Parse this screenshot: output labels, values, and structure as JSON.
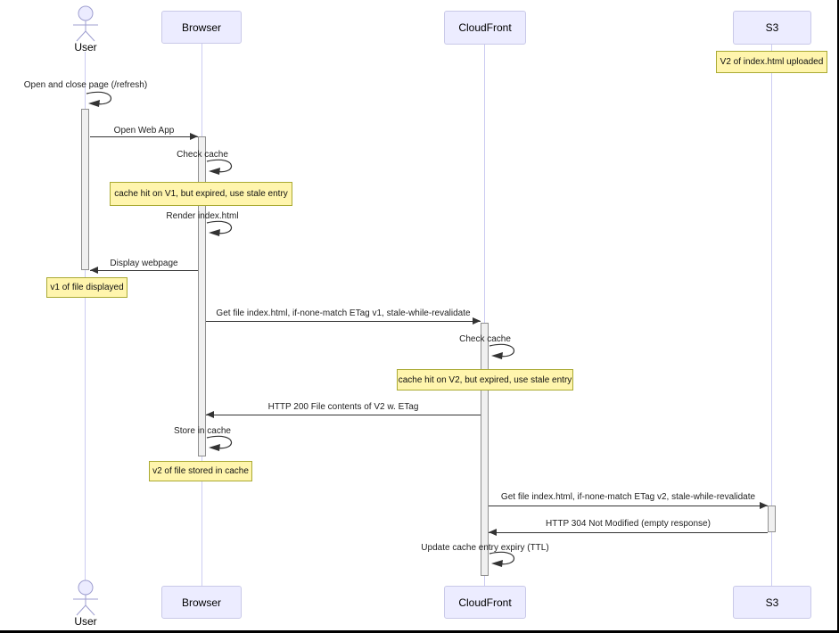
{
  "participants": {
    "user": "User",
    "browser": "Browser",
    "cloudfront": "CloudFront",
    "s3": "S3"
  },
  "messages": {
    "refresh": "Open and close page (/refresh)",
    "open_web_app": "Open Web App",
    "check_cache_browser": "Check cache",
    "render_index": "Render index.html",
    "display_webpage": "Display webpage",
    "get_file_v1": "Get file index.html, if-none-match ETag v1, stale-while-revalidate",
    "check_cache_cloudfront": "Check cache",
    "http_200": "HTTP 200 File contents of V2 w. ETag",
    "store_in_cache": "Store in cache",
    "get_file_v2": "Get file index.html, if-none-match ETag v2, stale-while-revalidate",
    "http_304": "HTTP 304 Not Modified (empty response)",
    "update_ttl": "Update cache entry expiry (TTL)"
  },
  "notes": {
    "v2_uploaded": "V2 of index.html uploaded",
    "cache_hit_v1": "cache hit on V1, but expired, use stale entry",
    "v1_displayed": "v1 of file displayed",
    "cache_hit_v2": "cache hit on V2, but expired, use stale entry",
    "v2_stored": "v2 of file stored in cache"
  },
  "colors": {
    "participant_fill": "#ECECFF",
    "participant_border": "#c9c9e8",
    "note_fill": "#fff5ad",
    "note_border": "#aaaa33",
    "lifeline": "#ccccf2",
    "activation_fill": "#f0f0f0",
    "activation_border": "#8f8f8f",
    "arrow": "#333333"
  }
}
